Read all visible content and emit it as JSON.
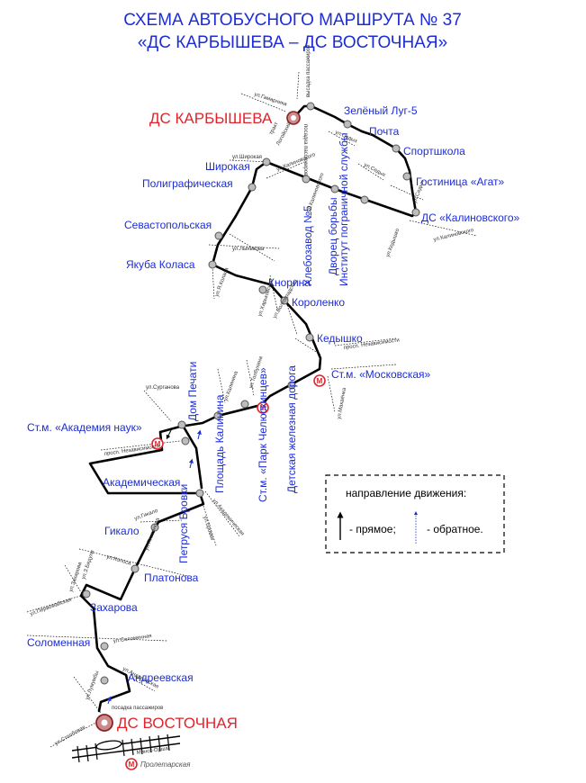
{
  "title": {
    "line1": "СХЕМА АВТОБУСНОГО МАРШРУТА № 37",
    "line2": "«ДС КАРБЫШЕВА – ДС ВОСТОЧНАЯ»"
  },
  "terminals": {
    "start": "ДС КАРБЫШЕВА",
    "end": "ДС ВОСТОЧНАЯ"
  },
  "stops": [
    "Зелёный Луг-5",
    "Почта",
    "Спортшкола",
    "Гостиница «Агат»",
    "ДС «Калиновского»",
    "Институт пограничной службы",
    "Дворец борьбы",
    "Хлебозавод №5",
    "Широкая",
    "Полиграфическая",
    "Севастопольская",
    "Якуба Коласа",
    "Кнорина",
    "Короленко",
    "Кедышко",
    "Ст.м. «Московская»",
    "Детская железная дорога",
    "Ст.м. «Парк Челюскинцев»",
    "Площадь Калинина",
    "Дом Печати",
    "Ст.м. «Академия наук»",
    "Академическая",
    "Петруся Бровки",
    "Гикало",
    "Платонова",
    "Захарова",
    "Соломенная",
    "Андреевская"
  ],
  "streets": {
    "gamarnika": "ул.Гамарника",
    "traktB1": "тракт",
    "traktB2": "Логойский",
    "shirokaya": "ул.Широкая",
    "kalinovskogo1": "ул.Калиновского",
    "kalinovskogo2": "ул.Калиновского",
    "kalinovskogo3": "ул.Калиновского",
    "sedykh1": "ул.Седых",
    "sedykh2": "ул.Седых",
    "sedykh3": "ул.Седых",
    "lynkova": "ул.Лынькова",
    "yaKolasa": "ул.Я.Коласа",
    "kedyshko": "ул.Кедышко",
    "volgogradskaya": "ул.Волгоградская",
    "kharkovskaya": "ул.Харьковская",
    "nezavisimosti1": "просп. Независимости",
    "nezavisimosti2": "просп. Независимости",
    "surganova": "ул.Сурганова",
    "kalinina": "ул.Калинина",
    "tolbukhina": "ул.Толбухина",
    "makayonka": "ул.Макаёнка",
    "akademicheskaya": "ул.Академическая",
    "brovki": "ул.Бровки",
    "gikalo": "ул.Гикало",
    "platonova": "ул.Платонова",
    "kolasa2": "ул.Колоса",
    "zakharova": "ул.Захарова",
    "bedy": "ул.З.Бядули",
    "pervomayskaya": "ул.Первомайская",
    "solomennaya": "ул.Соломенная",
    "andreevskaya": "ул.Андреевская",
    "lumumby": "ул.Лумумбы",
    "stolbovaya": "ул.Столбовая",
    "proletarskaya": "Пролетарская",
    "minskOrsha": "Минск-Орша",
    "vysadka": "высадка пассажиров",
    "posadka1": "посадка пассажиров",
    "posadka2": "посадка пассажиров"
  },
  "legend": {
    "title": "направление движения:",
    "forward": "- прямое;",
    "backward": "- обратное."
  },
  "metro_letter": "М",
  "colors": {
    "stop_label": "#1c2cd6",
    "terminal_label": "#e0242b",
    "route_line": "#000000",
    "metro": "#e0242b",
    "backward_arrow": "#1c2cd6"
  }
}
